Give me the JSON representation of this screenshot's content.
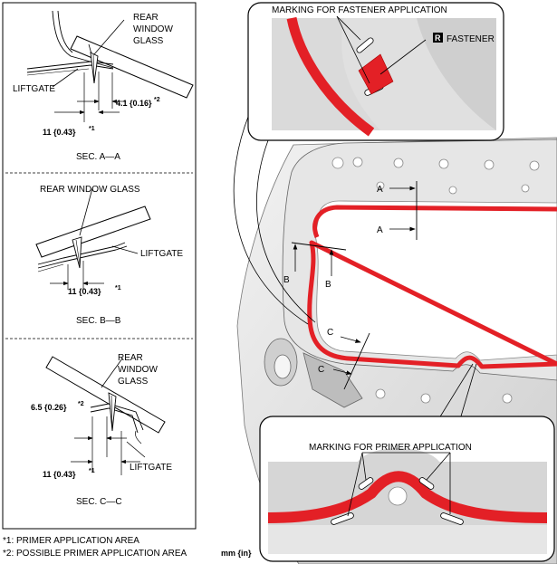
{
  "left_panel": {
    "section_a": {
      "rear_window_glass_line1": "REAR",
      "rear_window_glass_line2": "WINDOW",
      "rear_window_glass_line3": "GLASS",
      "liftgate": "LIFTGATE",
      "dim_small": "4.1 {0.16}",
      "dim_small_note": "*2",
      "dim_large": "11 {0.43}",
      "dim_large_note": "*1",
      "caption": "SEC. A—A"
    },
    "section_b": {
      "rear_window_glass": "REAR WINDOW GLASS",
      "liftgate": "LIFTGATE",
      "dim": "11 {0.43}",
      "dim_note": "*1",
      "caption": "SEC. B—B"
    },
    "section_c": {
      "rear_window_glass_line1": "REAR",
      "rear_window_glass_line2": "WINDOW",
      "rear_window_glass_line3": "GLASS",
      "liftgate": "LIFTGATE",
      "dim_small": "6.5 {0.26}",
      "dim_small_note": "*2",
      "dim_large": "11 {0.43}",
      "dim_large_note": "*1",
      "caption": "SEC. C—C"
    }
  },
  "notes": {
    "note1": "*1: PRIMER APPLICATION AREA",
    "note2": "*2: POSSIBLE PRIMER APPLICATION AREA",
    "units": "mm {in}"
  },
  "top_detail": {
    "marking_label": "MARKING FOR FASTENER APPLICATION",
    "fastener_badge": "R",
    "fastener_label": "FASTENER"
  },
  "bottom_detail": {
    "marking_label": "MARKING FOR PRIMER APPLICATION"
  },
  "main_view": {
    "section_marks": [
      "A",
      "A",
      "B",
      "B",
      "C",
      "C"
    ]
  },
  "colors": {
    "primer_red": "#e32026",
    "body_gray": "#d9d9d9"
  }
}
